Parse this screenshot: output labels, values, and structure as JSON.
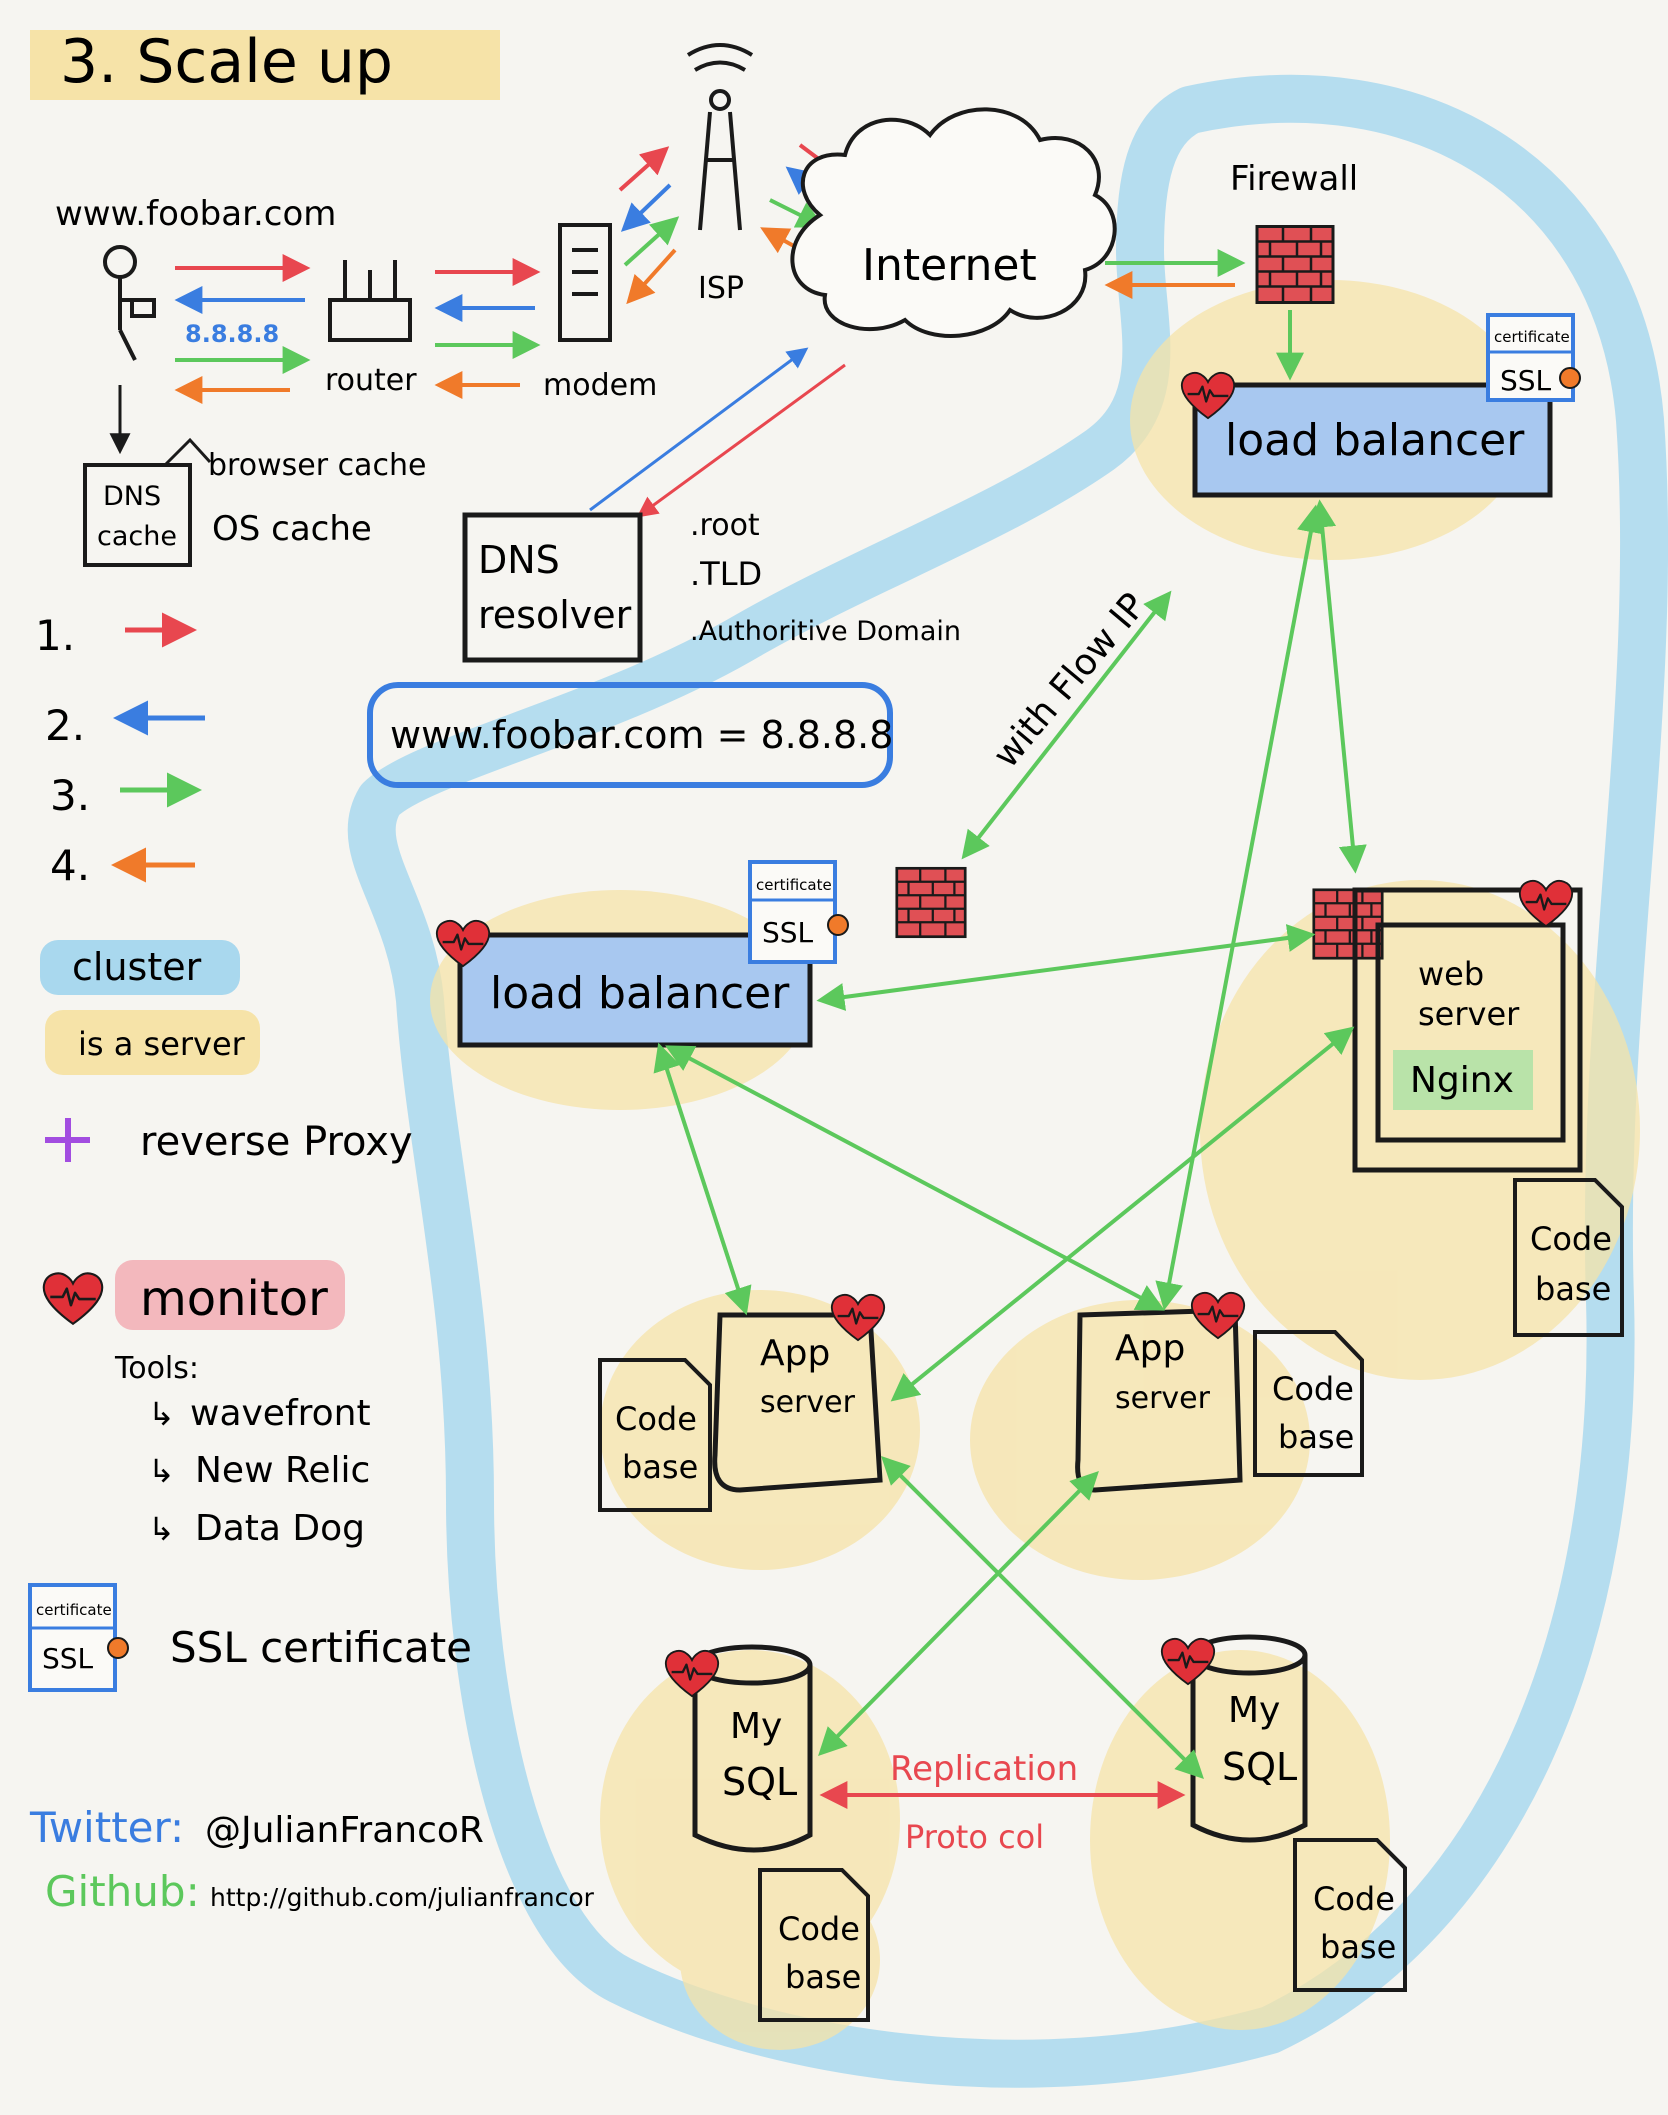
{
  "title": "3. Scale up",
  "client": {
    "url": "www.foobar.com",
    "ip": "8.8.8.8",
    "dns_cache": [
      "DNS",
      "cache"
    ],
    "browser_cache": "browser cache",
    "os_cache": "OS cache"
  },
  "network": {
    "router": "router",
    "modem": "modem",
    "isp": "ISP",
    "internet": "Internet",
    "firewall": "Firewall"
  },
  "dns": {
    "resolver": [
      "DNS",
      "resolver"
    ],
    "levels": [
      ".root",
      ".TLD",
      ".Authoritive Domain"
    ],
    "record": "www.foobar.com = 8.8.8.8"
  },
  "legend": {
    "steps": [
      "1.",
      "2.",
      "3.",
      "4."
    ],
    "step_colors": [
      "#e8474f",
      "#3a7de0",
      "#5cc85c",
      "#f07a2a"
    ],
    "cluster": "cluster",
    "server": "is a server",
    "reverse_proxy": "reverse Proxy",
    "monitor": "monitor",
    "tools_label": "Tools:",
    "tools": [
      "wavefront",
      "New Relic",
      "Data Dog"
    ],
    "ssl_certificate": "SSL certificate"
  },
  "servers": {
    "load_balancer": "load balancer",
    "certificate": "certificate",
    "ssl": "SSL",
    "with_flow_ip": "with Flow IP",
    "web_server": [
      "web",
      "server"
    ],
    "nginx": "Nginx",
    "app_server": [
      "App",
      "server"
    ],
    "code_base": [
      "Code",
      "base"
    ],
    "mysql": [
      "My",
      "SQL"
    ],
    "replication": [
      "Replication",
      "Proto col"
    ]
  },
  "footer": {
    "twitter_label": "Twitter:",
    "twitter_handle": "@JulianFrancoR",
    "github_label": "Github:",
    "github_url": "http://github.com/julianfrancor"
  },
  "colors": {
    "cluster_blue": "#a9d8ee",
    "server_yellow": "#f6e3a8",
    "step1_red": "#e8474f",
    "step2_blue": "#3a7de0",
    "step3_green": "#5cc85c",
    "step4_orange": "#f07a2a",
    "lb_blue": "#a8c8f0",
    "firewall_red": "#e05055",
    "heart_red": "#e03038",
    "nginx_green": "#b9e3a9",
    "monitor_pink": "#f3b8bd",
    "proxy_purple": "#a24de0"
  }
}
